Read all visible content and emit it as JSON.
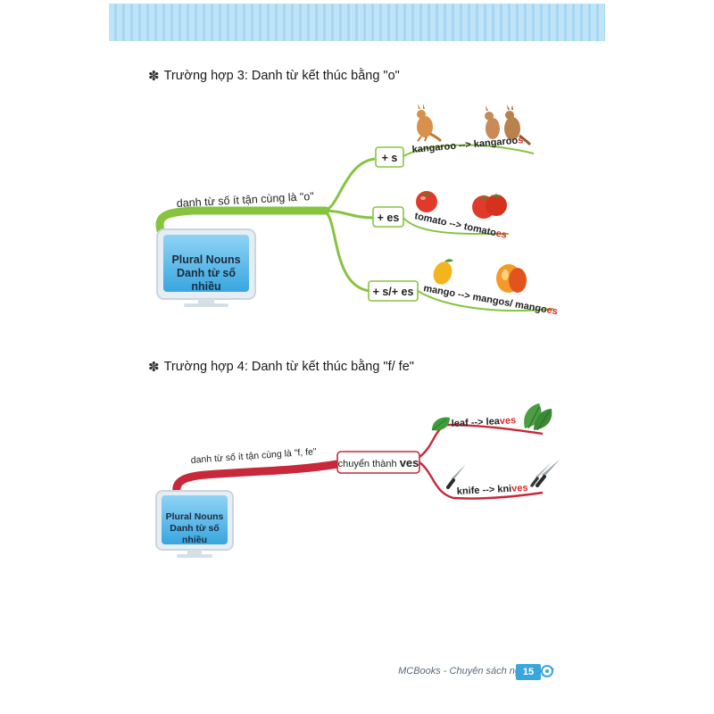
{
  "heading3": {
    "mark": "✽",
    "text": "Trường hợp 3: Danh từ kết thúc bằng \"o\""
  },
  "heading4": {
    "mark": "✽",
    "text": "Trường hợp 4: Danh từ kết thúc bằng \"f/ fe\""
  },
  "map3": {
    "branch_label": "danh từ số ít tận cùng là \"o\"",
    "center_line1": "Plural Nouns",
    "center_line2": "Danh từ số nhiều",
    "nodes": [
      {
        "label": "+ s",
        "base": "kangaroo --> kangaroo",
        "suffix": "s"
      },
      {
        "label": "+ es",
        "base": "tomato --> tomato",
        "suffix": "es"
      },
      {
        "label": "+ s/+ es",
        "base": "mango --> mangos/ mango",
        "suffix": "es"
      }
    ],
    "colors": {
      "branch": "#86c440",
      "suffix": "#d92b2b",
      "screen": "#49b3e8"
    }
  },
  "map4": {
    "branch_label": "danh từ số ít tận cùng là \"f, fe\"",
    "center_line1": "Plural Nouns",
    "center_line2": "Danh từ số nhiều",
    "node_prefix": "chuyển thành",
    "node_emph": "ves",
    "examples": [
      {
        "base_a": "leaf --> lea",
        "suffix": "ves"
      },
      {
        "base_a": "knife --> kni",
        "suffix": "ves"
      }
    ],
    "colors": {
      "branch": "#c8283a",
      "suffix": "#d92b2b"
    }
  },
  "footer": {
    "text": "MCBooks - Chuyên sách ngoại ngữ",
    "page": "15"
  }
}
